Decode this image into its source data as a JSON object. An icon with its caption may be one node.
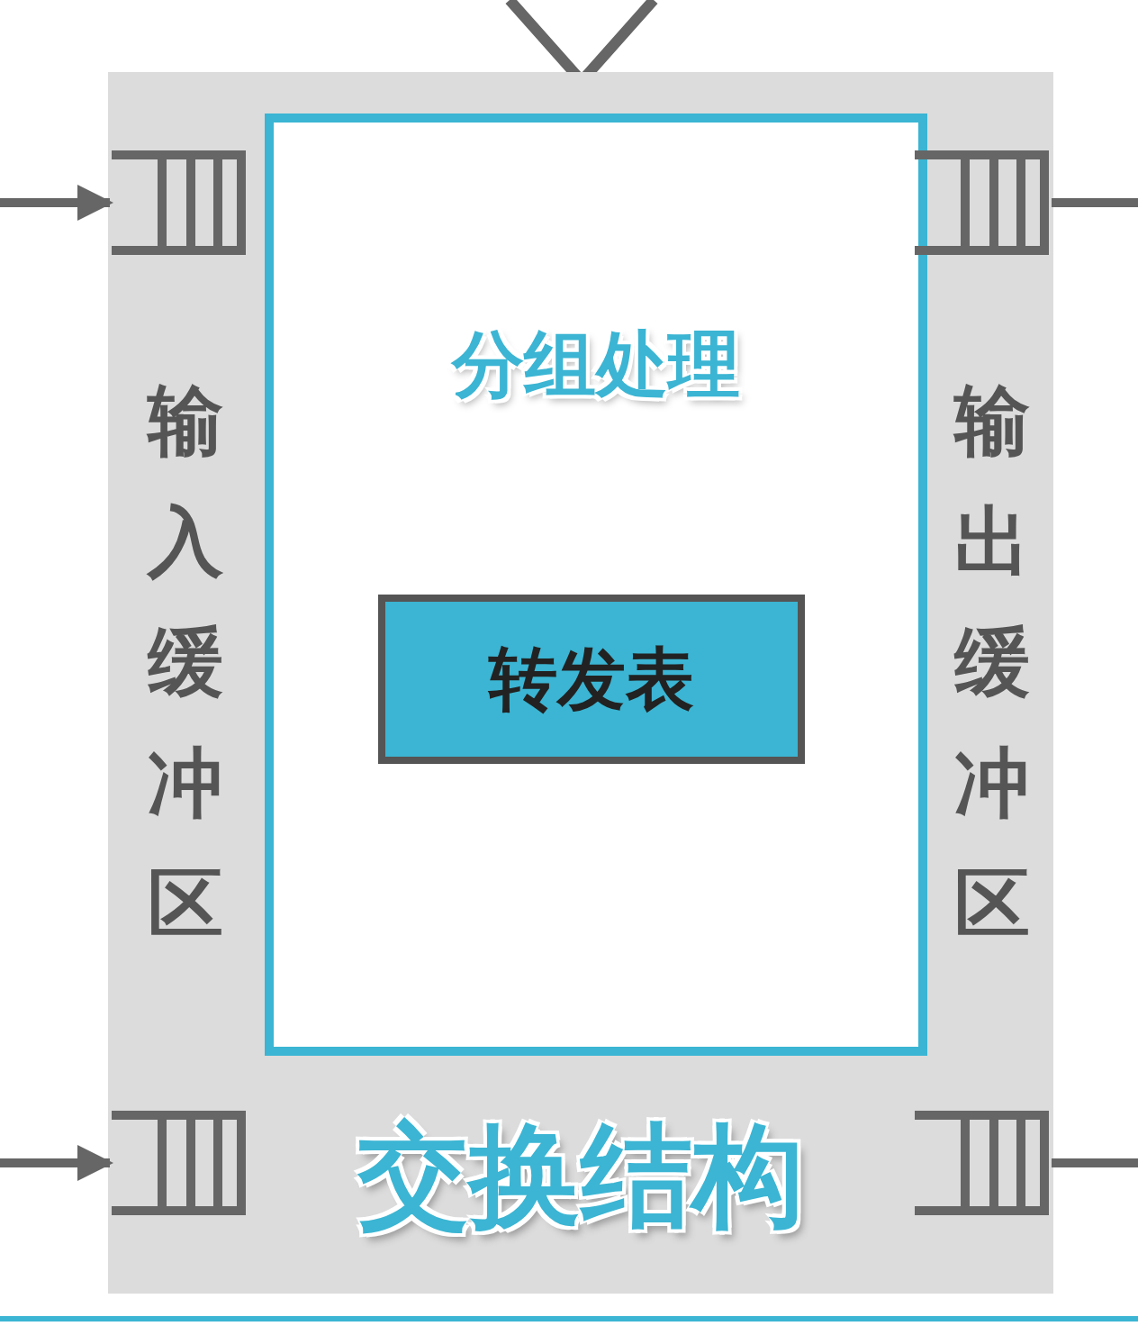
{
  "diagram": {
    "nodes": [
      {
        "text": [
          "输入缓冲区",
          "输出缓冲区",
          "交换结构"
        ]
      },
      {
        "text": [
          "分组处理"
        ],
        "in": 0
      },
      {
        "text": [
          "转发表"
        ],
        "in": 1
      },
      {
        "text": [],
        "shape": "queue",
        "in": 0
      },
      {
        "text": [],
        "shape": "queue",
        "in": 0
      },
      {
        "text": [],
        "shape": "queue",
        "in": 0
      },
      {
        "text": [],
        "shape": "queue",
        "in": 0
      }
    ],
    "edges": [
      {
        "from": null,
        "to": 3,
        "arrow": "to"
      },
      {
        "from": 4,
        "to": null,
        "arrow": "none"
      },
      {
        "from": null,
        "to": 5,
        "arrow": "to"
      },
      {
        "from": 6,
        "to": null,
        "arrow": "none"
      }
    ]
  }
}
